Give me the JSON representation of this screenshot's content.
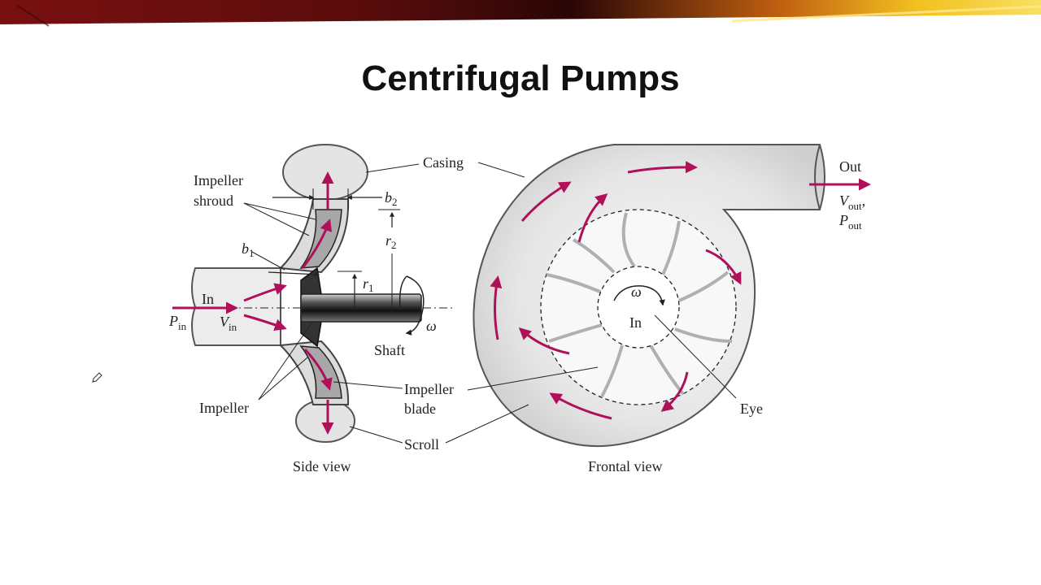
{
  "title": "Centrifugal Pumps",
  "labels": {
    "casing": "Casing",
    "impeller_shroud_line1": "Impeller",
    "impeller_shroud_line2": "shroud",
    "b2_letter": "b",
    "b2_sub": "2",
    "r2_letter": "r",
    "r2_sub": "2",
    "b1_letter": "b",
    "b1_sub": "1",
    "r1_letter": "r",
    "r1_sub": "1",
    "in_side": "In",
    "p_in_letter": "P",
    "p_in_sub": "in",
    "v_in_letter": "V",
    "v_in_sub": "in",
    "omega_side": "ω",
    "shaft": "Shaft",
    "impeller": "Impeller",
    "impeller_blade_line1": "Impeller",
    "impeller_blade_line2": "blade",
    "scroll": "Scroll",
    "side_view": "Side view",
    "frontal_view": "Frontal view",
    "out": "Out",
    "v_out_letter": "V",
    "v_out_sub": "out",
    "v_out_comma": ",",
    "p_out_letter": "P",
    "p_out_sub": "out",
    "omega_front": "ω",
    "in_front": "In",
    "eye": "Eye"
  },
  "colors": {
    "flow_arrow": "#b0105a",
    "casing_fill": "#e2e2e2",
    "banner_red": "#8a1616",
    "banner_gold": "#f0c020"
  },
  "icons": {
    "pen": "pen-cursor-icon"
  }
}
